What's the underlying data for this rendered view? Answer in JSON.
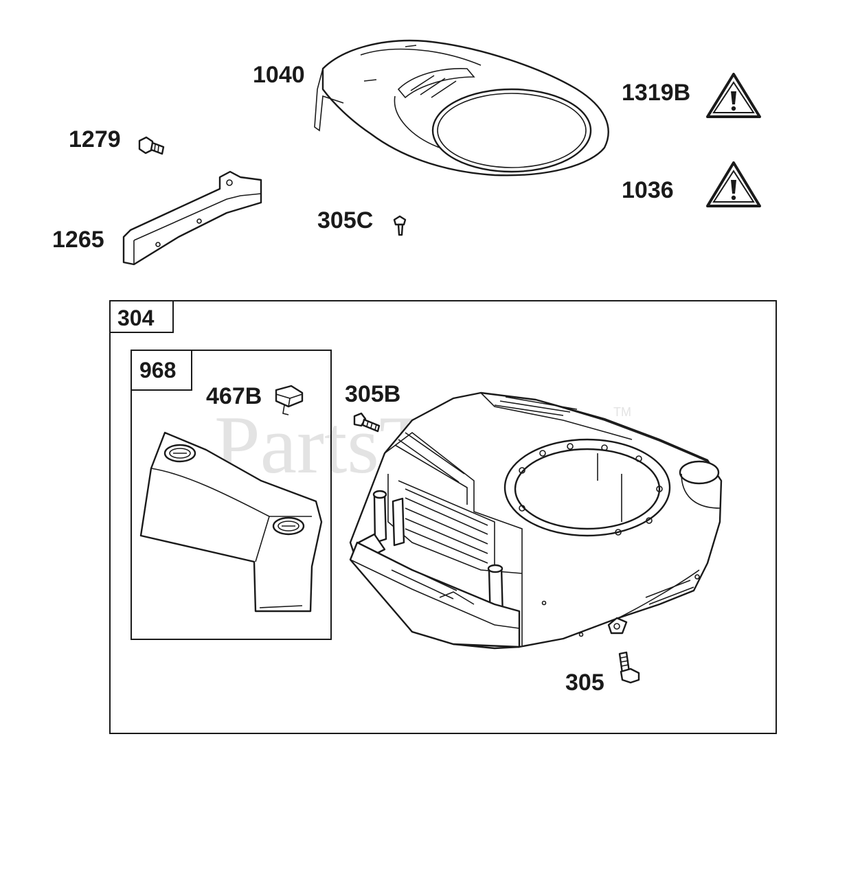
{
  "watermark": {
    "brand": "PartsTree",
    "trademark": "TM"
  },
  "callouts": {
    "c1040": "1040",
    "c1319b": "1319B",
    "c1279": "1279",
    "c1036": "1036",
    "c305c": "305C",
    "c1265": "1265",
    "c467b": "467B",
    "c305b": "305B",
    "c305": "305"
  },
  "groups": {
    "g304": "304",
    "g968": "968"
  },
  "icons": {
    "warning": "warning-triangle-icon"
  },
  "colors": {
    "line": "#1a1a1a",
    "watermark": "#e3e3e3",
    "background": "#ffffff"
  }
}
